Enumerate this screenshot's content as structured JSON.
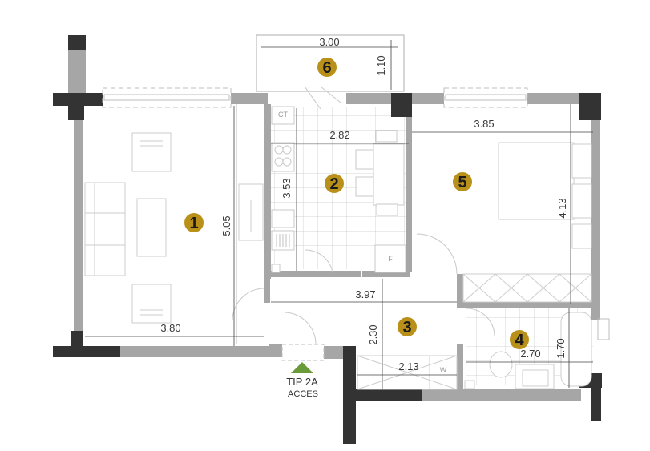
{
  "plan": {
    "type_label": "TIP 2A",
    "access_label": "ACCES",
    "colors": {
      "wall_light": "#a6a6a6",
      "wall_dark": "#333333",
      "badge": "#b8901a",
      "access_arrow": "#6a9a3a",
      "line": "#c8c8c8"
    }
  },
  "rooms": [
    {
      "id": "1",
      "number": "1",
      "dims": [
        "5.05",
        "3.80"
      ]
    },
    {
      "id": "2",
      "number": "2",
      "dims": [
        "2.82",
        "3.53"
      ]
    },
    {
      "id": "3",
      "number": "3",
      "dims": [
        "3.97",
        "2.30",
        "2.13"
      ]
    },
    {
      "id": "4",
      "number": "4",
      "dims": [
        "2.70",
        "1.70"
      ]
    },
    {
      "id": "5",
      "number": "5",
      "dims": [
        "3.85",
        "4.13"
      ]
    },
    {
      "id": "6",
      "number": "6",
      "dims": [
        "3.00",
        "1.10"
      ]
    }
  ],
  "fixture_labels": {
    "ct": "CT",
    "fridge": "F",
    "washer": "W"
  }
}
